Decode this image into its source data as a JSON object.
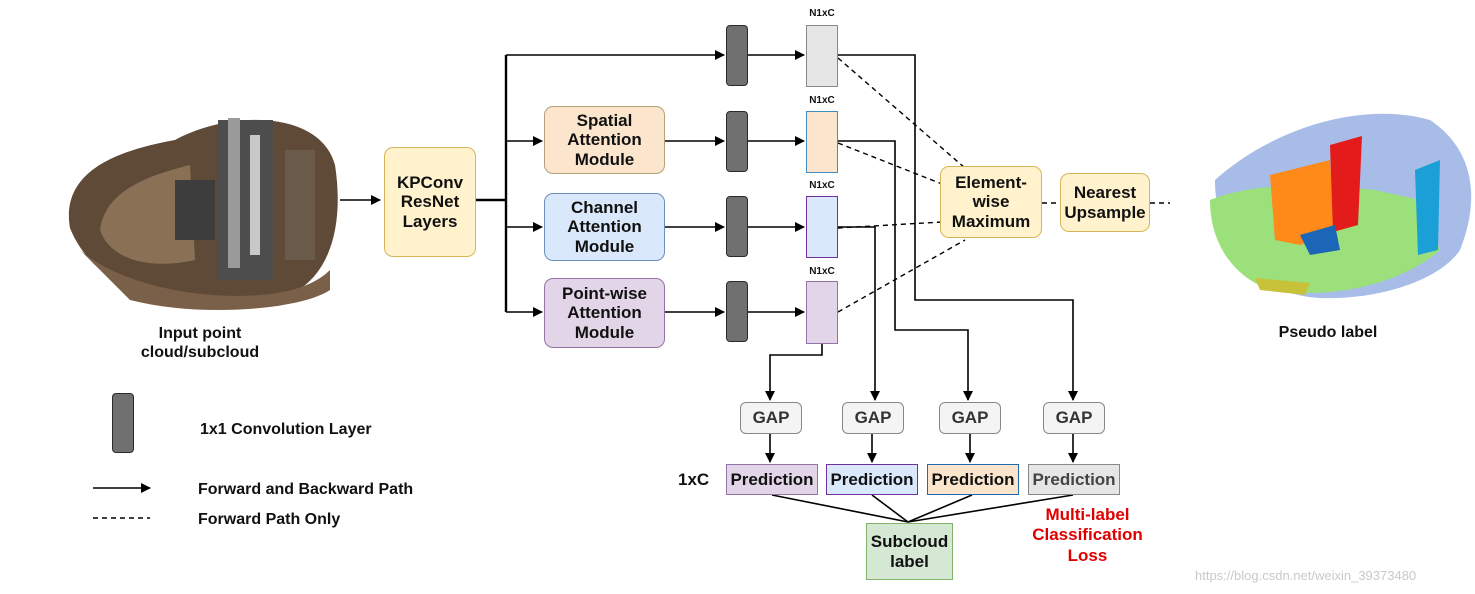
{
  "input": {
    "caption_line1": "Input point",
    "caption_line2": "cloud/subcloud"
  },
  "kpconv": {
    "line1": "KPConv",
    "line2": "ResNet",
    "line3": "Layers"
  },
  "modules": [
    {
      "line1": "Spatial",
      "line2": "Attention",
      "line3": "Module"
    },
    {
      "line1": "Channel",
      "line2": "Attention",
      "line3": "Module"
    },
    {
      "line1": "Point-wise",
      "line2": "Attention",
      "line3": "Module"
    }
  ],
  "feature_label": "N1xC",
  "elementwise": {
    "line1": "Element-",
    "line2": "wise",
    "line3": "Maximum"
  },
  "upsample": {
    "line1": "Nearest",
    "line2": "Upsample"
  },
  "output": {
    "caption": "Pseudo label"
  },
  "gap_label": "GAP",
  "prediction_label": "Prediction",
  "onexc": "1xC",
  "subcloud": {
    "line1": "Subcloud",
    "line2": "label"
  },
  "loss": {
    "line1": "Multi-label",
    "line2": "Classification",
    "line3": "Loss"
  },
  "legend": {
    "conv": "1x1 Convolution Layer",
    "solid": "Forward and Backward Path",
    "dashed": "Forward Path Only"
  },
  "watermark": "https://blog.csdn.net/weixin_39373480",
  "colors": {
    "kpconv_fill": "#fff2cc",
    "kpconv_border": "#d6b656",
    "spatial_fill": "#fce5cd",
    "spatial_border": "#b4a07a",
    "channel_fill": "#dae8fc",
    "channel_border": "#6c8ebf",
    "pointwise_fill": "#e1d5e7",
    "pointwise_border": "#9673a6",
    "subcloud_fill": "#d5e8d4",
    "subcloud_border": "#82b366",
    "loss_text": "#e00000",
    "pred_purple_border": "#7030a0",
    "pred_blue_border": "#1f6ab0"
  }
}
